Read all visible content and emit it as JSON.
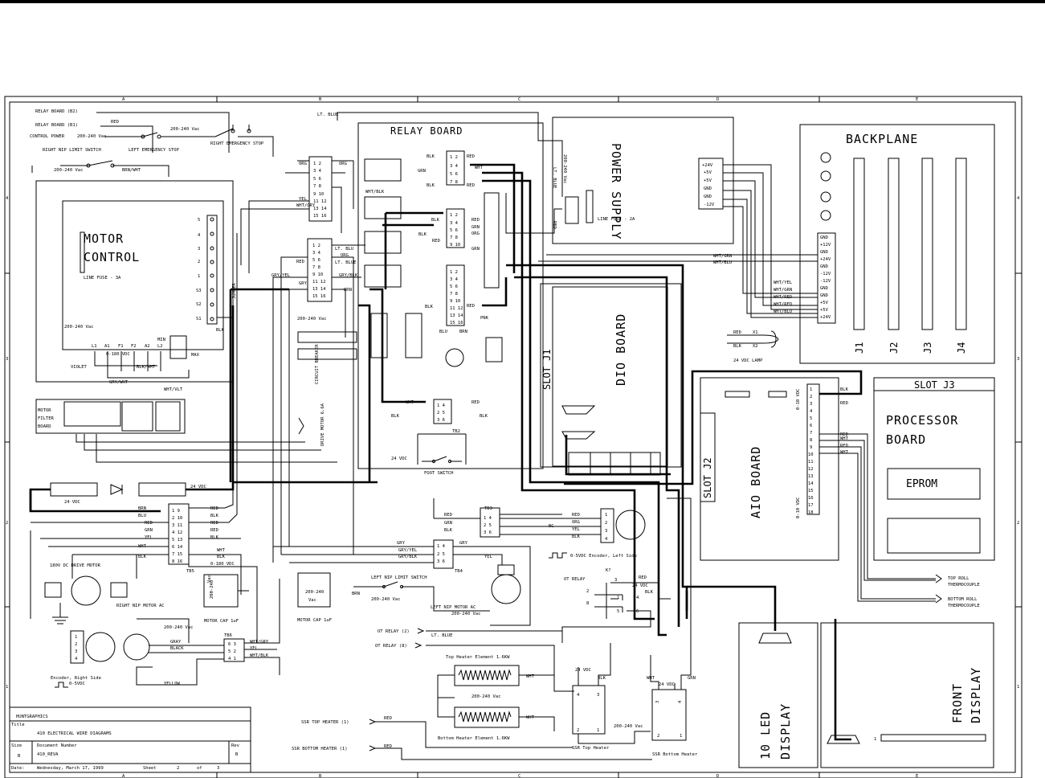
{
  "grid": {
    "columns": [
      "A",
      "B",
      "C",
      "D",
      "E"
    ],
    "rows": [
      "4",
      "3",
      "2",
      "1"
    ]
  },
  "top_labels": {
    "relay_board_b2": "RELAY BOARD (B2)",
    "relay_board_b1": "RELAY BOARD (B1)",
    "control_power": "CONTROL POWER",
    "control_power_v": "200-240 Vac",
    "supply_v": "200-240 Vac",
    "right_nip_limit_switch": "RIGHT NIP LIMIT SWITCH",
    "left_emergency_stop": "LEFT EMERGENCY STOP",
    "right_emergency_stop": "RIGHT EMERGENCY STOP",
    "nip_v": "200-240 Vac",
    "brn_wht": "BRN/WHT",
    "lt_blue": "LT. BLUE",
    "red": "RED"
  },
  "relay_board": {
    "title": "RELAY BOARD",
    "circuit_breaker": "CIRCUIT BREAKER",
    "drive_motor": "DRIVE MOTOR 6.6A",
    "wht_blk": "WHT/BLK",
    "blk": "BLK",
    "grn": "GRN",
    "wht": "WHT",
    "red": "RED",
    "org": "ORG",
    "brn": "BRN",
    "pnk": "PNK",
    "blu": "BLU",
    "tb2": "TB2",
    "foot_switch": "FOOT SWITCH",
    "v24": "24 VDC"
  },
  "connector_pins": [
    "1 2",
    "3 4",
    "5 6",
    "7 8",
    "9 10",
    "11 12",
    "13 14",
    "15 16"
  ],
  "connector_labels": {
    "yel": "YEL",
    "wht_gry": "WHT/GRY",
    "org": "ORG",
    "lt_blu": "LT. BLU",
    "lt_blue": "LT. BLUE",
    "gry_yel": "GRY/YEL",
    "gry_blk": "GRY/BLK",
    "gry": "GRY",
    "red": "RED",
    "brn": "BRN"
  },
  "power_supply": {
    "title": "POWER SUPPLY",
    "input": "200-240 Vac",
    "lt_blue": "LT. BLUE",
    "red": "RED",
    "line_fuse": "LINE FUSE - 2A",
    "outputs": [
      "+24V",
      "+5V",
      "+5V",
      "GND",
      "GND",
      "-12V"
    ]
  },
  "backplane": {
    "title": "BACKPLANE",
    "slots": [
      "J1",
      "J2",
      "J3",
      "J4"
    ],
    "pins": [
      "GND",
      "+12V",
      "GND",
      "+24V",
      "GND",
      "-12V",
      "-12V",
      "GND",
      "GND",
      "+5V",
      "+5V",
      "+24V"
    ],
    "wires_a": [
      "WHT/GRN",
      "WHT/BLU"
    ],
    "wires_b": [
      "WHT/YEL",
      "WHT/GRN",
      "WHT/RED",
      "WHT/RED",
      "WHT/BLU"
    ]
  },
  "lamp": {
    "red": "RED",
    "blk": "BLK",
    "x1": "X1",
    "x2": "X2",
    "label": "24 VDC LAMP"
  },
  "dio_board": {
    "title": "DIO BOARD",
    "slot": "SLOT J1"
  },
  "aio_board": {
    "title": "AIO BOARD",
    "slot": "SLOT J2",
    "range_top": "0-10 VDC",
    "range_bottom": "0-10 VDC",
    "pins": [
      "1",
      "2",
      "3",
      "4",
      "5",
      "6",
      "7",
      "8",
      "9",
      "10",
      "11",
      "12",
      "13",
      "14",
      "15",
      "16",
      "17",
      "18"
    ],
    "wire_labels": [
      "BLK",
      "RED",
      "RED",
      "WHT",
      "RED",
      "WHT"
    ]
  },
  "processor": {
    "slot": "SLOT J3",
    "title_line1": "PROCESSOR",
    "title_line2": "BOARD",
    "eprom": "EPROM"
  },
  "motor_control": {
    "title_line1": "MOTOR",
    "title_line2": "CONTROL",
    "line_fuse": "LINE FUSE - 3A",
    "input": "200-240 Vac",
    "terminals": [
      "5",
      "4",
      "3",
      "2",
      "1",
      "S3",
      "S2",
      "S1"
    ],
    "bottom_terminals": [
      "L1",
      "A1",
      "F1",
      "F2",
      "A2",
      "L2"
    ],
    "dc": "0-180 VDC",
    "min": "MIN",
    "max": "MAX",
    "jumper": "JUMPER",
    "violet": "VIOLET",
    "blk_wht": "BLK/WHT",
    "gry_wht": "GRY/WHT",
    "wht_vlt": "WHT/VLT",
    "blk": "BLK"
  },
  "motor_filter": {
    "line1": "MOTOR",
    "line2": "FILTER",
    "line3": "BOARD"
  },
  "dc_supply": {
    "label_left": "24 VDC",
    "label_right": "24 VDC"
  },
  "tb5": {
    "name": "TB5",
    "pins": [
      "1 9",
      "2 10",
      "3 11",
      "4 12",
      "5 13",
      "6 14",
      "7 15",
      "8 16"
    ],
    "left_wires": [
      "BRN",
      "BLU",
      "RED",
      "GRN",
      "YEL",
      "WHT",
      "BLK"
    ],
    "right_wires": [
      "RED",
      "BLK",
      "RED",
      "RED",
      "BLK",
      "WHT",
      "BLK"
    ],
    "dc": "0-180 VDC"
  },
  "drive_motor": {
    "label": "180V DC DRIVE MOTOR"
  },
  "motors": {
    "right_nip": "RIGHT NIP MOTOR AC",
    "right_nip_v": "200-240 Vac",
    "motor_cap": "MOTOR CAP 1uF",
    "cap_v": "200-240",
    "cap_v2": "Vac",
    "motor_cap2": "MOTOR CAP 1uF",
    "left_nip": "LEFT NIP MOTOR AC",
    "left_nip_v": "200-240 Vac",
    "left_limit": "LEFT NIP LIMIT SWITCH",
    "left_limit_v": "200-240 Vac",
    "brn": "BRN"
  },
  "tb6": {
    "name": "TB6",
    "pins": [
      "6 3",
      "5 2",
      "4 1"
    ],
    "left": [
      "GRAY",
      "BLACK"
    ],
    "right": [
      "WHT/GRY",
      "YEL",
      "WHT/BLK"
    ],
    "yellow": "YELLOW"
  },
  "encoder_right": {
    "label": "Encoder, Right Side",
    "v": "0-5VDC",
    "pins": [
      "1",
      "2",
      "3",
      "4"
    ]
  },
  "tb3": {
    "name": "TB3",
    "pins": [
      "1 4",
      "2 5",
      "3 6"
    ],
    "left": [
      "RED",
      "GRN",
      "BLK"
    ],
    "right": [
      "RED",
      "ORG",
      "YEL",
      "BLK"
    ],
    "nc": "NC"
  },
  "tb4": {
    "name": "TB4",
    "pins": [
      "1 4",
      "2 5",
      "3 6"
    ],
    "left": [
      "GRY",
      "GRY/YEL",
      "GRY/BLK"
    ],
    "right": [
      "GRY",
      "YEL"
    ]
  },
  "encoder_left": {
    "label": "0-5VDC  Encoder, Left Side",
    "pins": [
      "1",
      "2",
      "3",
      "4"
    ]
  },
  "ot_relay": {
    "label": "OT RELAY",
    "k": "K?",
    "v": "24 VDC",
    "red": "RED",
    "blk": "BLK",
    "nums": [
      "2",
      "3",
      "1",
      "4",
      "8",
      "5",
      "6"
    ],
    "ot2": "OT RELAY (2)",
    "ot8": "OT RELAY (8)",
    "lt_blue": "LT. BLUE"
  },
  "heaters": {
    "top": "Top Heater Element 1.6KW",
    "bottom": "Bottom Heater Element 1.6KW",
    "wht": "WHT",
    "v": "200-240 Vac",
    "v2": "200-240 Vac"
  },
  "ssr_top": {
    "label": "SSR Top Heater",
    "v": "24 VDC",
    "blk": "BLK",
    "pins": [
      "4",
      "3",
      "2",
      "1"
    ]
  },
  "ssr_bottom": {
    "label": "SSR Bottom Heater",
    "v": "24 VDC",
    "wht": "WHT",
    "grn": "GRN",
    "pins": [
      "3",
      "4",
      "2",
      "1"
    ]
  },
  "ssr_refs": {
    "top": "SSR TOP HEATER (1)",
    "bottom": "SSR BOTTOM HEATER (1)",
    "red": "RED"
  },
  "thermocouples": {
    "top1": "TOP ROLL",
    "top2": "THERMOCOUPLE",
    "bot1": "BOTTOM ROLL",
    "bot2": "THERMOCOUPLE"
  },
  "led_display": {
    "line1": "10 LED",
    "line2": "DISPLAY"
  },
  "front_display": {
    "line1": "FRONT",
    "line2": "DISPLAY",
    "pin": "1"
  },
  "title_block": {
    "company": "HUNTGRAPHICS",
    "title_label": "Title",
    "title": "410 ELECTRICAL WIRE DIAGRAMS",
    "size_label": "Size",
    "size": "B",
    "doc_label": "Document Number",
    "doc": "410_REVA",
    "rev_label": "Rev",
    "rev": "B",
    "date_label": "Date:",
    "date": "Wednesday, March 17, 1999",
    "sheet_label": "Sheet",
    "sheet": "2",
    "of_label": "of",
    "of": "3"
  }
}
